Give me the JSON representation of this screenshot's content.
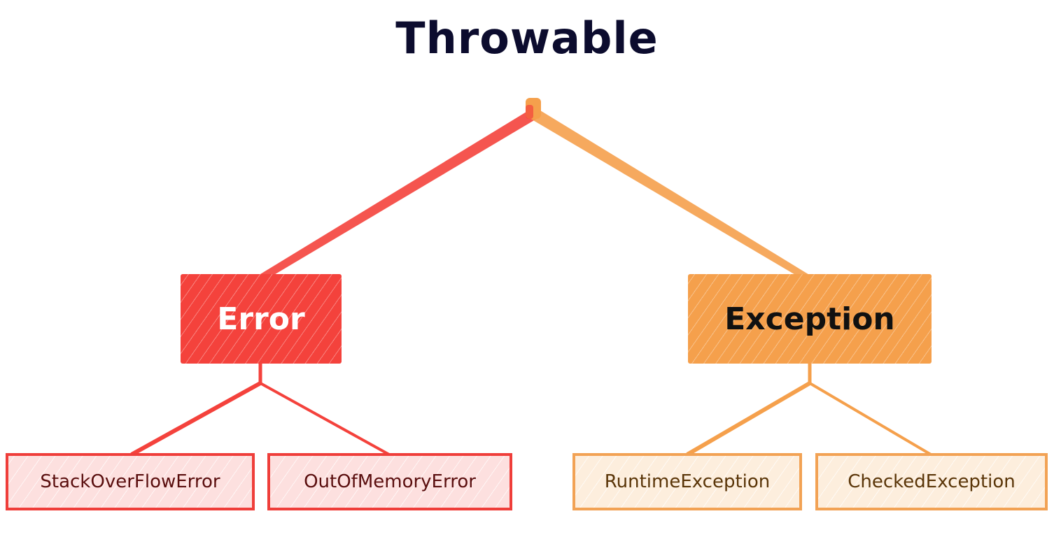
{
  "title": "Throwable",
  "colors": {
    "error": "#f4423c",
    "error_leaf_fill": "#fde0df",
    "error_leaf_text": "#5a0e0e",
    "exception": "#f5a04c",
    "exception_leaf_fill": "#fdeedd",
    "exception_leaf_text": "#5a3508",
    "title_text": "#0c0c2e"
  },
  "nodes": {
    "error": {
      "label": "Error"
    },
    "exception": {
      "label": "Exception"
    }
  },
  "leaves": {
    "stack_overflow": {
      "label": "StackOverFlowError"
    },
    "out_of_memory": {
      "label": "OutOfMemoryError"
    },
    "runtime": {
      "label": "RuntimeException"
    },
    "checked": {
      "label": "CheckedException"
    }
  }
}
